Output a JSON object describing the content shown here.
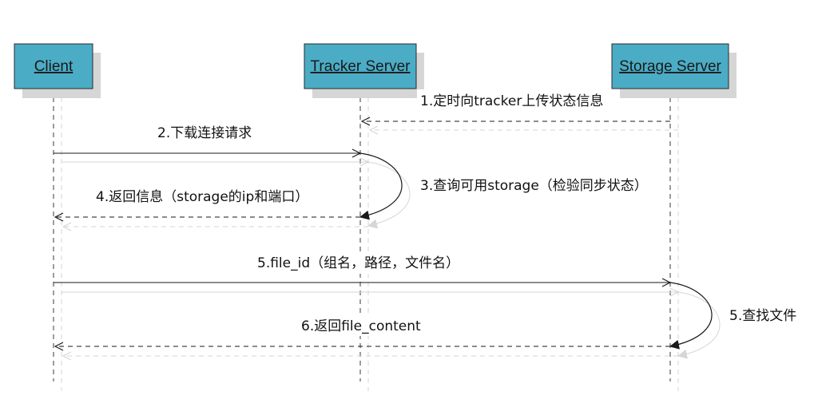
{
  "colors": {
    "actor_fill": "#4bacc6",
    "actor_stroke": "#2b2b2b",
    "line": "#1a1a1a",
    "shadow": "#d6d6d6"
  },
  "participants": {
    "client": "Client",
    "tracker": "Tracker Server",
    "storage": "Storage Server"
  },
  "messages": {
    "m1": "1.定时向tracker上传状态信息",
    "m2": "2.下载连接请求",
    "m3": "3.查询可用storage（检验同步状态）",
    "m4": "4.返回信息（storage的ip和端口）",
    "m5": "5.file_id（组名，路径，文件名）",
    "m5b": "5.查找文件",
    "m6": "6.返回file_content"
  }
}
